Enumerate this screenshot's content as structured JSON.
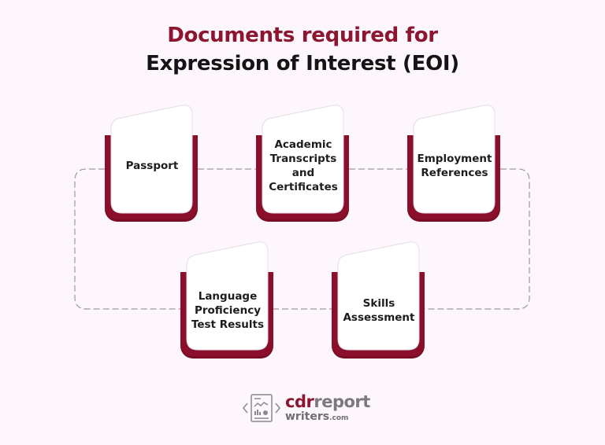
{
  "title": {
    "line1": "Documents required for",
    "line2": "Expression of Interest (EOI)"
  },
  "colors": {
    "accent": "#8e1530",
    "card_backing": "#8b0f2b",
    "card_face": "#ffffff",
    "connector": "#9a9a9a",
    "background": "#fdf7fd"
  },
  "cards": [
    {
      "label": "Passport",
      "lines": [
        "Passport"
      ]
    },
    {
      "label": "Academic Transcripts and Certificates",
      "lines": [
        "Academic",
        "Transcripts",
        "and",
        "Certificates"
      ]
    },
    {
      "label": "Employment References",
      "lines": [
        "Employment",
        "References"
      ]
    },
    {
      "label": "Language Proficiency Test Results",
      "lines": [
        "Language",
        "Proficiency",
        "Test Results"
      ]
    },
    {
      "label": "Skills Assessment",
      "lines": [
        "Skills",
        "Assessment"
      ]
    }
  ],
  "logo": {
    "icon": "report-document-icon",
    "part1": "cdr",
    "part2": "report",
    "part3": "writers",
    "part4": ".com"
  }
}
